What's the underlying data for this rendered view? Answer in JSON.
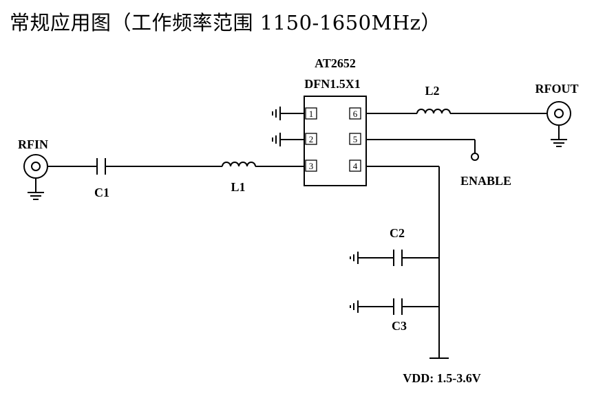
{
  "title": "常规应用图（工作频率范围 1150-1650MHz）",
  "chip": {
    "name": "AT2652",
    "package": "DFN1.5X1",
    "pins": [
      "1",
      "2",
      "3",
      "4",
      "5",
      "6"
    ]
  },
  "labels": {
    "rfin": "RFIN",
    "rfout": "RFOUT",
    "c1": "C1",
    "c2": "C2",
    "c3": "C3",
    "l1": "L1",
    "l2": "L2",
    "enable": "ENABLE",
    "vdd": "VDD: 1.5-3.6V"
  }
}
